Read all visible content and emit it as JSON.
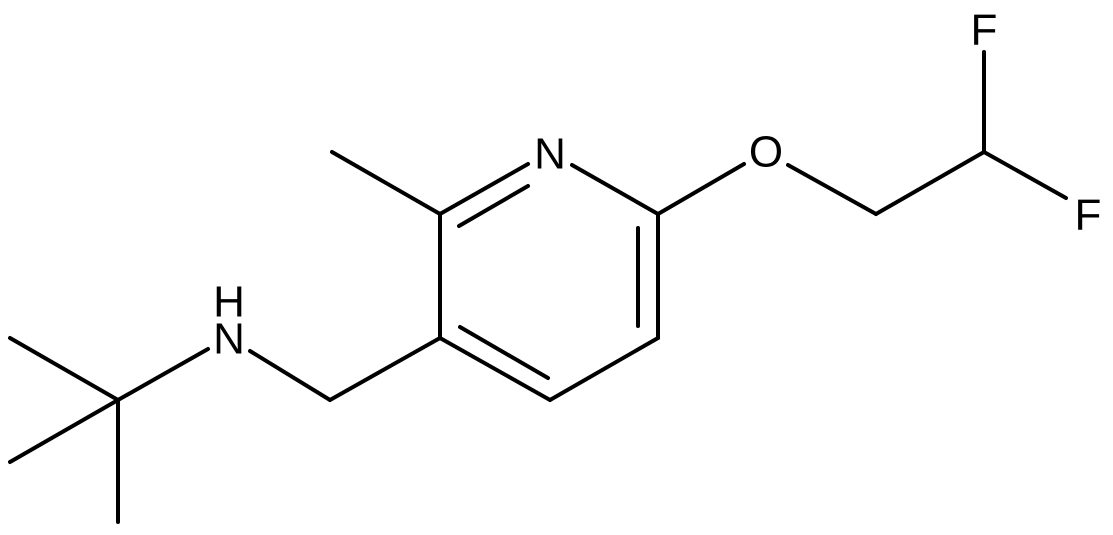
{
  "molecule": {
    "atoms": {
      "nitrogen_ring": "N",
      "nitrogen_amine": "N",
      "hydrogen_amine": "H",
      "oxygen_ether": "O",
      "fluorine_top": "F",
      "fluorine_right": "F"
    }
  }
}
